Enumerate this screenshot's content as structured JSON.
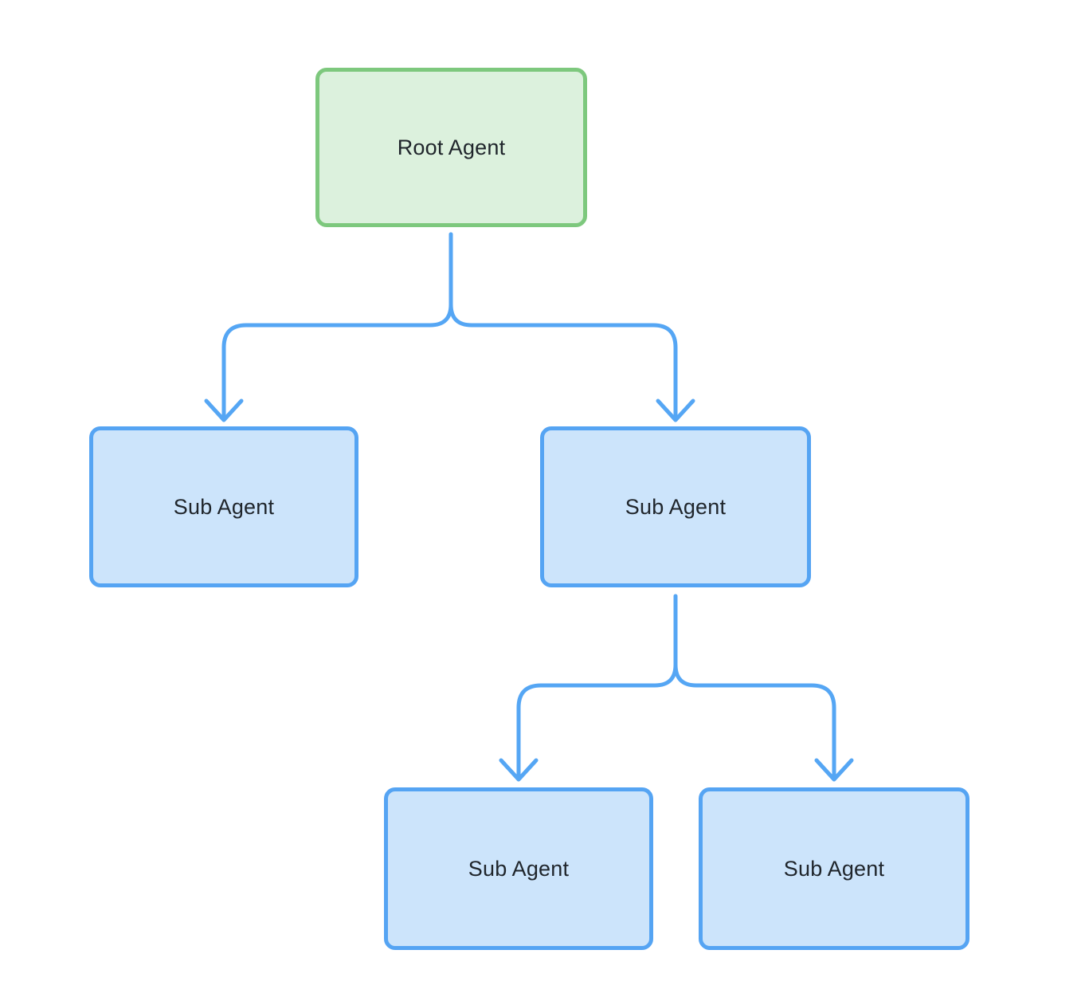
{
  "diagram": {
    "type": "tree-flowchart",
    "nodes": [
      {
        "id": "root",
        "label": "Root Agent",
        "role": "root",
        "level": 0
      },
      {
        "id": "sub1",
        "label": "Sub Agent",
        "role": "child",
        "level": 1
      },
      {
        "id": "sub2",
        "label": "Sub Agent",
        "role": "child",
        "level": 1
      },
      {
        "id": "sub3",
        "label": "Sub Agent",
        "role": "child",
        "level": 2
      },
      {
        "id": "sub4",
        "label": "Sub Agent",
        "role": "child",
        "level": 2
      }
    ],
    "edges": [
      {
        "from": "root",
        "to": "sub1",
        "style": "curved-arrow"
      },
      {
        "from": "root",
        "to": "sub2",
        "style": "curved-arrow"
      },
      {
        "from": "sub2",
        "to": "sub3",
        "style": "curved-arrow"
      },
      {
        "from": "sub2",
        "to": "sub4",
        "style": "curved-arrow"
      }
    ],
    "colors": {
      "background": "#ffffff",
      "root_fill": "#dcf1dd",
      "root_border": "#7dc87d",
      "sub_fill": "#cce4fb",
      "sub_border": "#55a4f3",
      "edge": "#55a6f4",
      "text": "#1f252b"
    }
  }
}
